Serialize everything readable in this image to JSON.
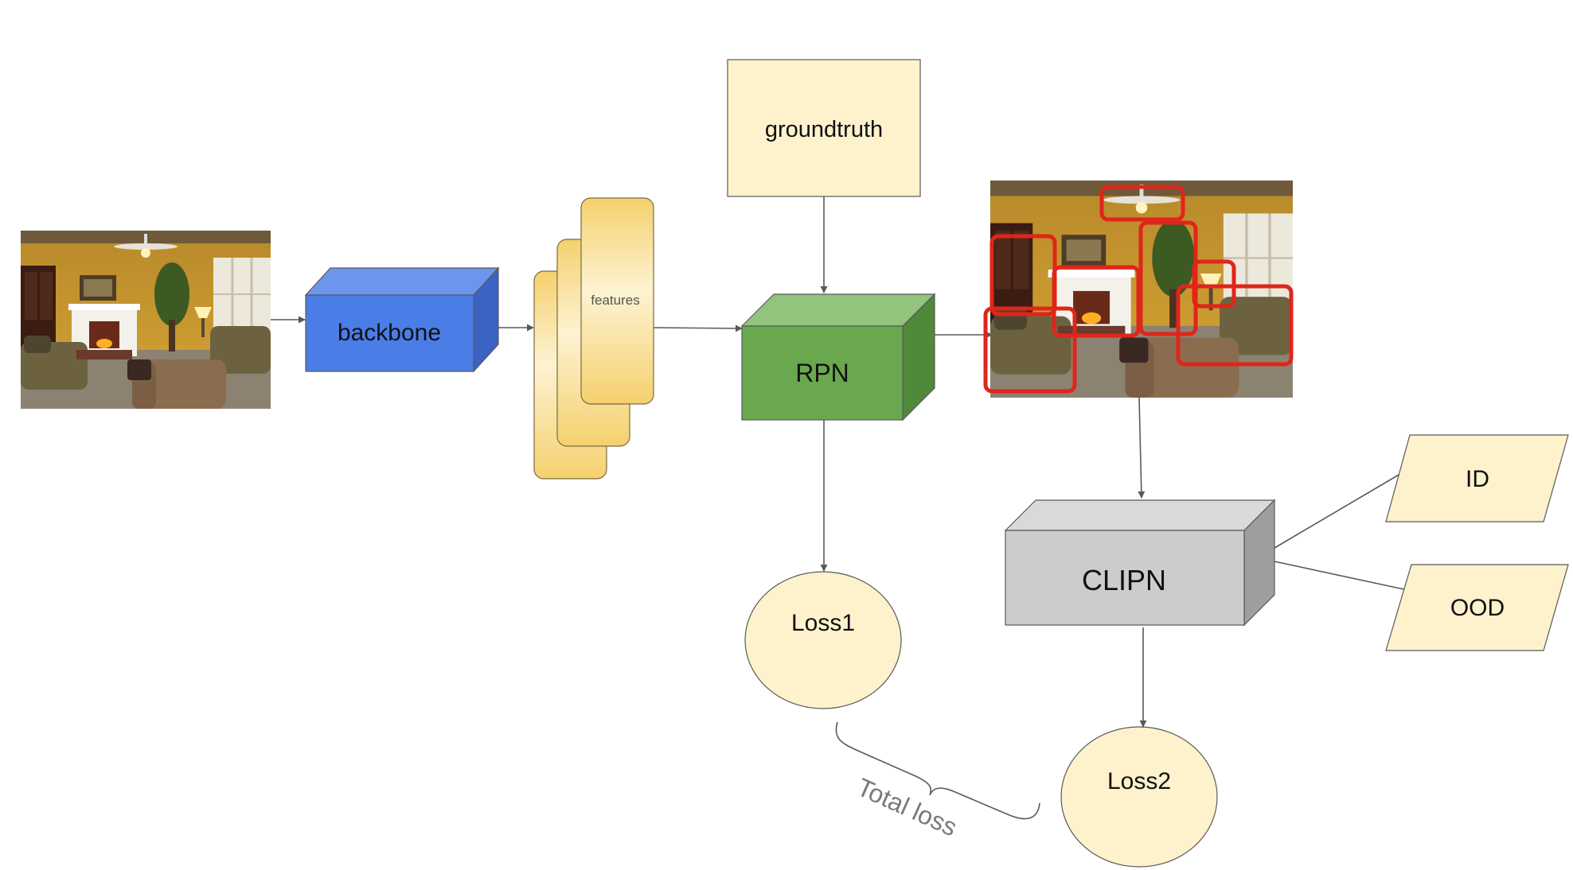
{
  "nodes": {
    "backbone": "backbone",
    "features": "features",
    "groundtruth": "groundtruth",
    "rpn": "RPN",
    "clipn": "CLIPN",
    "id": "ID",
    "ood": "OOD",
    "loss1": "Loss1",
    "loss2": "Loss2"
  },
  "total_loss_label": "Total loss",
  "colors": {
    "backbone": "#4a7de6",
    "rpn": "#6aa84f",
    "clipn": "#cccccc",
    "cream": "#fdf2cc",
    "features": "#f6d77d",
    "detection_box": "#e0251a",
    "edge": "#595959"
  },
  "images": {
    "input": "living-room-photo",
    "output": "living-room-photo-with-detections"
  }
}
